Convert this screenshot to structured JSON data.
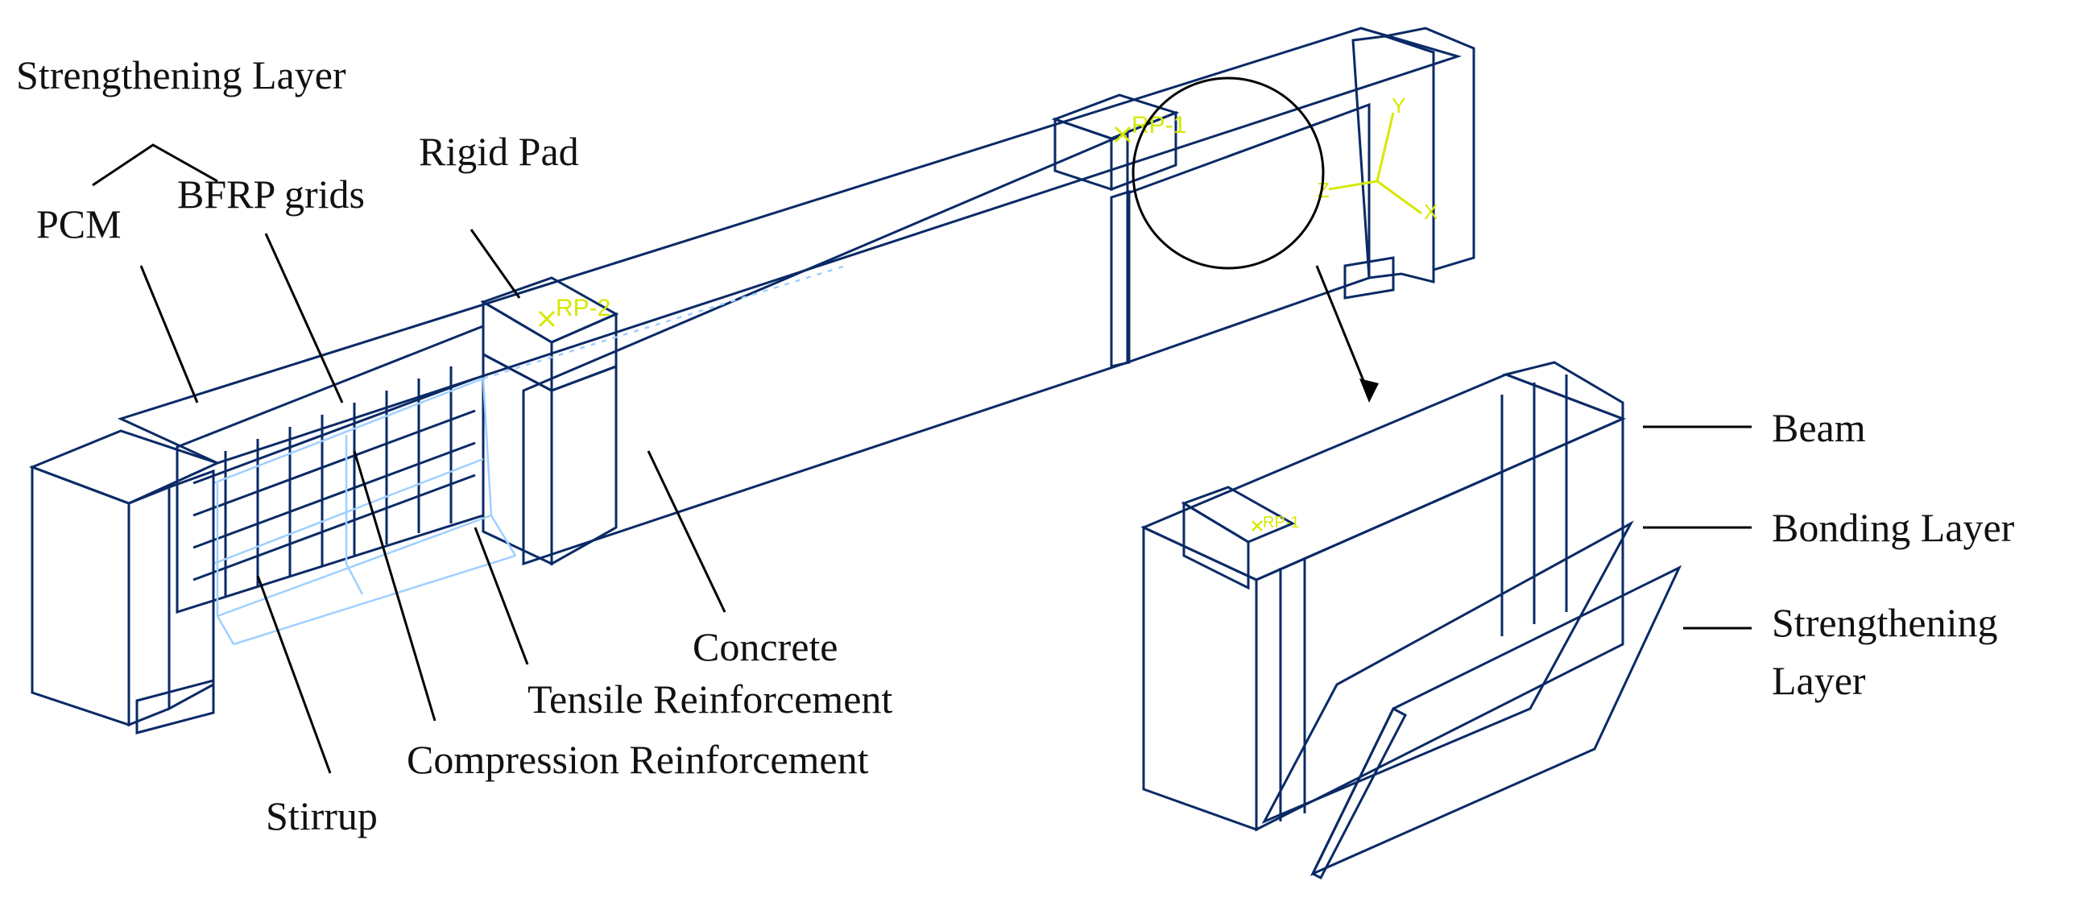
{
  "labels": {
    "strengthening_layer": "Strengthening Layer",
    "pcm": "PCM",
    "bfrp_grids": "BFRP grids",
    "rigid_pad": "Rigid Pad",
    "concrete": "Concrete",
    "tensile_reinforcement": "Tensile Reinforcement",
    "compression_reinforcement": "Compression Reinforcement",
    "stirrup": "Stirrup",
    "beam": "Beam",
    "bonding_layer": "Bonding Layer",
    "strengthening_layer_line1": "Strengthening",
    "strengthening_layer_line2": "Layer"
  },
  "reference_points": {
    "rp1": "RP-1",
    "rp2": "RP-2",
    "rp1_detail": "RP-1"
  },
  "axes": {
    "x": "X",
    "y": "Y",
    "z": "Z"
  },
  "colors": {
    "model_face": "#1f7ae0",
    "model_face_top": "#2f8df0",
    "model_face_dark": "#155fb8",
    "edge": "#0a2a66",
    "wireframe": "#9fd0ff",
    "reference_point": "#d6e800",
    "label_text": "#111111"
  }
}
